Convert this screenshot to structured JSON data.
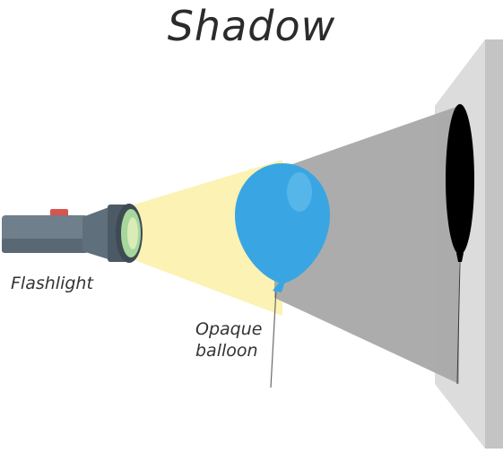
{
  "title": "Shadow",
  "labels": {
    "flashlight": "Flashlight",
    "balloon_line1": "Opaque",
    "balloon_line2": "balloon"
  },
  "colors": {
    "light_beam": "#fbf2b4",
    "shadow_region": "#a9a9a9",
    "screen_face": "#dcdcdc",
    "screen_side": "#c4c4c4",
    "balloon": "#39a6e3",
    "shadow": "#000000",
    "flashlight_body": "#6f7f8c",
    "flashlight_lens": "#a7d79c",
    "flashlight_button": "#d9534f"
  },
  "icons": [
    "flashlight-icon",
    "balloon-icon",
    "shadow-silhouette",
    "screen-wall"
  ]
}
